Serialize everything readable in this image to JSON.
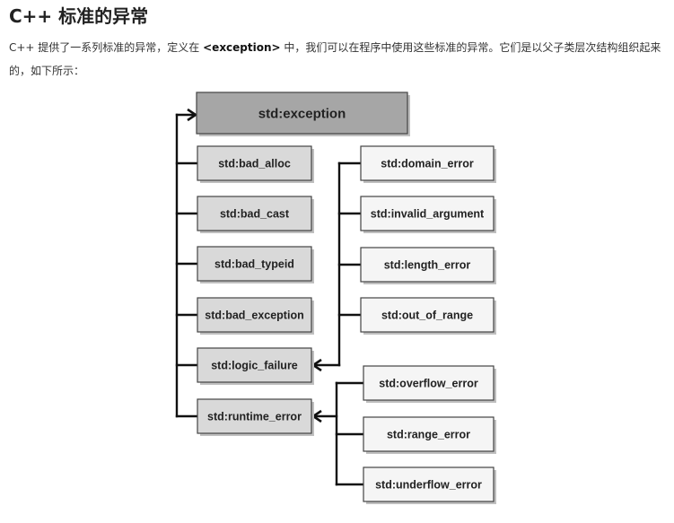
{
  "title": "C++ 标准的异常",
  "intro": {
    "text_before": "C++ 提供了一系列标准的异常，定义在 ",
    "keyword": "<exception>",
    "text_after": " 中，我们可以在程序中使用这些标准的异常。它们是以父子类层次结构组织起来的，如下所示："
  },
  "diagram": {
    "root": "std:exception",
    "children": [
      "std:bad_alloc",
      "std:bad_cast",
      "std:bad_typeid",
      "std:bad_exception",
      "std:logic_failure",
      "std:runtime_error"
    ],
    "logic_children": [
      "std:domain_error",
      "std:invalid_argument",
      "std:length_error",
      "std:out_of_range"
    ],
    "runtime_children": [
      "std:overflow_error",
      "std:range_error",
      "std:underflow_error"
    ],
    "colors": {
      "root_fill": "#a6a6a6",
      "child_fill": "#d9d9d9",
      "leaf_fill": "#f5f5f5",
      "line": "#111111"
    }
  }
}
